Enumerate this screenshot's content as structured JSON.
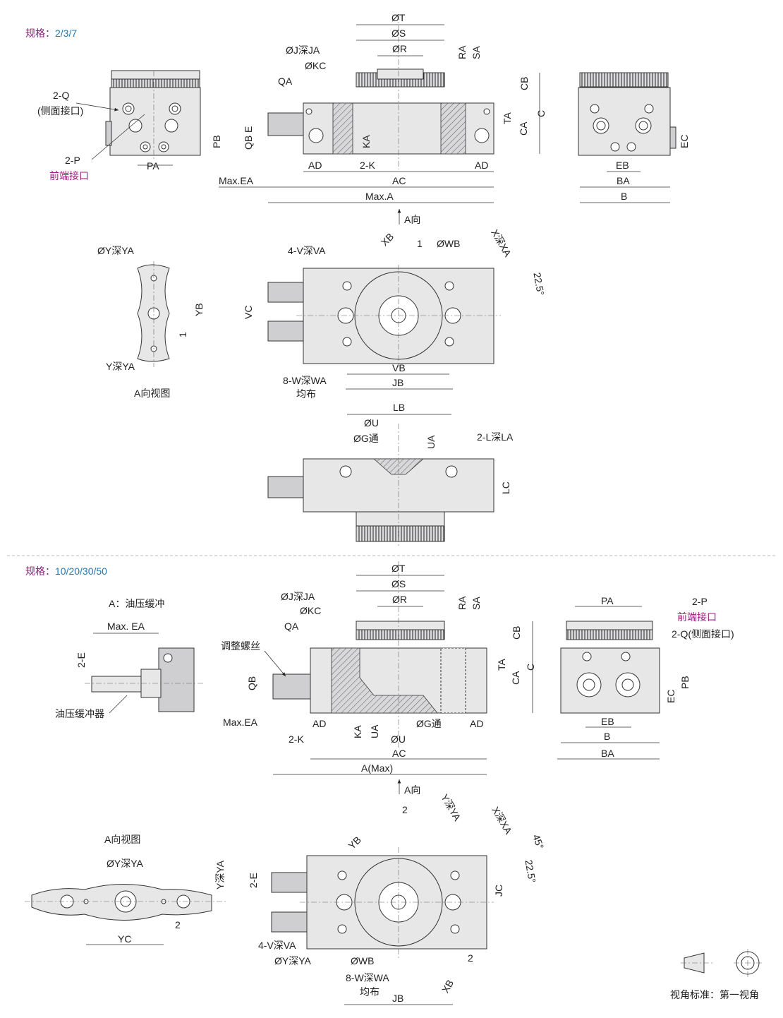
{
  "section1": {
    "spec_label": "规格：",
    "spec_value": "2/3/7",
    "left_view": {
      "q": "2-Q",
      "q_note": "(侧面接口)",
      "p": "2-P",
      "p_note": "前端接口",
      "pb": "PB",
      "pa": "PA"
    },
    "front_view": {
      "t": "ØT",
      "s": "ØS",
      "r": "ØR",
      "j": "ØJ深JA",
      "kc": "ØKC",
      "qa": "QA",
      "ra": "RA",
      "sa": "SA",
      "cb": "CB",
      "c": "C",
      "ta": "TA",
      "ca": "CA",
      "e": "E",
      "qb": "QB",
      "ka": "KA",
      "ad_left": "AD",
      "k": "2-K",
      "ad_right": "AD",
      "ac": "AC",
      "max_ea": "Max.EA",
      "max_a": "Max.A"
    },
    "right_view": {
      "ec": "EC",
      "eb": "EB",
      "ba": "BA",
      "b": "B"
    },
    "arrow_a": "A向",
    "top_view": {
      "xb": "XB",
      "one": "1",
      "wb": "ØWB",
      "x": "X深XA",
      "v": "4-V深VA",
      "angle": "22.5°",
      "vc": "VC",
      "vb": "VB",
      "jb": "JB",
      "w": "8-W深WA",
      "w_note": "均布"
    },
    "a_view": {
      "y_top": "ØY深YA",
      "yb": "YB",
      "one": "1",
      "y_bottom": "Y深YA",
      "title": "A向视图"
    },
    "bottom_view": {
      "lb": "LB",
      "u": "ØU",
      "g": "ØG通",
      "ua": "UA",
      "l": "2-L深LA",
      "lc": "LC"
    }
  },
  "section2": {
    "spec_label": "规格：",
    "spec_value": "10/20/30/50",
    "buffer_title_a": "A",
    "buffer_title": "：油压缓冲",
    "buffer": {
      "max_ea": "Max. EA",
      "e": "2-E",
      "absorber": "油压缓冲器"
    },
    "front_view": {
      "t": "ØT",
      "s": "ØS",
      "r": "ØR",
      "j": "ØJ深JA",
      "kc": "ØKC",
      "qa": "QA",
      "ra": "RA",
      "sa": "SA",
      "cb": "CB",
      "c": "C",
      "ta": "TA",
      "ca": "CA",
      "screw": "调整螺丝",
      "qb": "QB",
      "max_ea": "Max.EA",
      "ad_left": "AD",
      "ka": "KA",
      "ua": "UA",
      "g": "ØG通",
      "ad_right": "AD",
      "k": "2-K",
      "u": "ØU",
      "ac": "AC",
      "a_max": "A(Max)"
    },
    "right_view": {
      "pa": "PA",
      "p": "2-P",
      "p_note": "前端接口",
      "q": "2-Q(侧面接口)",
      "pb": "PB",
      "ec": "EC",
      "eb": "EB",
      "b": "B",
      "ba": "BA"
    },
    "arrow_a": "A向",
    "a_view": {
      "title": "A向视图",
      "y": "ØY深YA",
      "ya": "Y深YA",
      "two": "2",
      "yc": "YC"
    },
    "top_view": {
      "two_a": "2",
      "y": "Y深YA",
      "x": "X深XA",
      "yb": "YB",
      "angle45": "45°",
      "angle22": "22.5°",
      "e": "2-E",
      "jc": "JC",
      "v": "4-V深VA",
      "yy": "ØY深YA",
      "wb": "ØWB",
      "two_b": "2",
      "xb": "XB",
      "w": "8-W深WA",
      "w_note": "均布",
      "jb": "JB"
    },
    "projection_label": "视角标准：第一视角"
  }
}
